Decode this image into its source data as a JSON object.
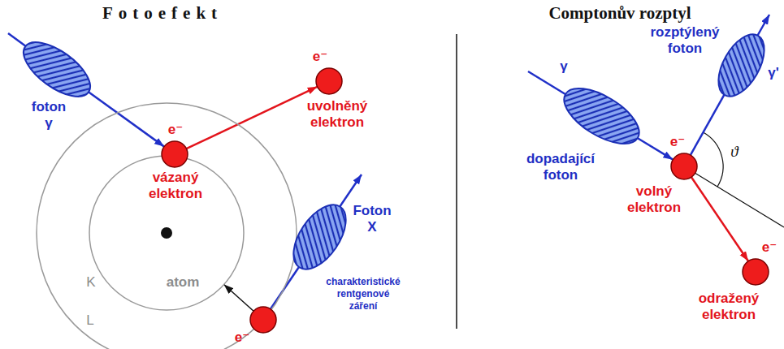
{
  "diagram": {
    "nodes": [
      {
        "text": [
          "foton γ"
        ]
      },
      {
        "text": [
          "L"
        ]
      },
      {
        "text": [
          "K",
          "atom"
        ],
        "in": 1
      },
      {
        "text": [
          "e⁻",
          "vázaný elektron"
        ]
      },
      {
        "text": [
          "e⁻",
          "uvolněný elektron"
        ]
      },
      {
        "text": [
          "Foton X",
          "charakteristické rentgenové záření"
        ]
      },
      {
        "text": [
          "e⁻"
        ]
      },
      {
        "text": [
          "γ",
          "dopadající foton"
        ]
      },
      {
        "text": [
          "rozptýlený foton",
          "γ'"
        ]
      },
      {
        "text": [
          "e⁻",
          "volný elektron"
        ]
      },
      {
        "text": [
          "e⁻",
          "odražený elektron"
        ]
      }
    ],
    "edges": [
      {
        "from": 0,
        "to": 3,
        "arrow": "to"
      },
      {
        "from": 3,
        "to": 4,
        "arrow": "to"
      },
      {
        "from": 6,
        "to": 2,
        "arrow": "to"
      },
      {
        "from": 6,
        "to": 5,
        "arrow": "none"
      },
      {
        "from": 7,
        "to": 9,
        "arrow": "to"
      },
      {
        "from": 9,
        "to": 8,
        "arrow": "none"
      },
      {
        "from": 9,
        "to": 10,
        "arrow": "to"
      }
    ],
    "labels": [
      "Fotoefekt",
      "Comptonův rozptyl",
      "ϑ"
    ]
  }
}
